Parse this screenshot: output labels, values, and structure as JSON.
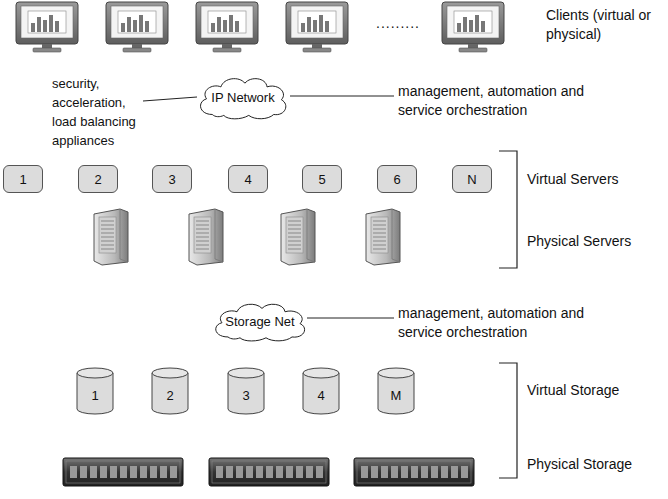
{
  "diagram": {
    "nodes": [
      {
        "text": [
          "IP Network"
        ]
      },
      {
        "text": [
          "1"
        ]
      },
      {
        "text": [
          "2"
        ]
      },
      {
        "text": [
          "3"
        ]
      },
      {
        "text": [
          "4"
        ]
      },
      {
        "text": [
          "5"
        ]
      },
      {
        "text": [
          "6"
        ]
      },
      {
        "text": [
          "N"
        ]
      },
      {
        "text": [
          "Storage Net"
        ]
      },
      {
        "text": [
          "1"
        ]
      },
      {
        "text": [
          "2"
        ]
      },
      {
        "text": [
          "3"
        ]
      },
      {
        "text": [
          "4"
        ]
      },
      {
        "text": [
          "M"
        ]
      }
    ],
    "labels": [
      "Clients (virtual or physical)",
      ".........",
      "security, acceleration, load balancing appliances",
      "management, automation and service orchestration",
      "Virtual Servers",
      "Physical Servers",
      "management, automation and service orchestration",
      "Virtual Storage",
      "Physical Storage"
    ]
  }
}
